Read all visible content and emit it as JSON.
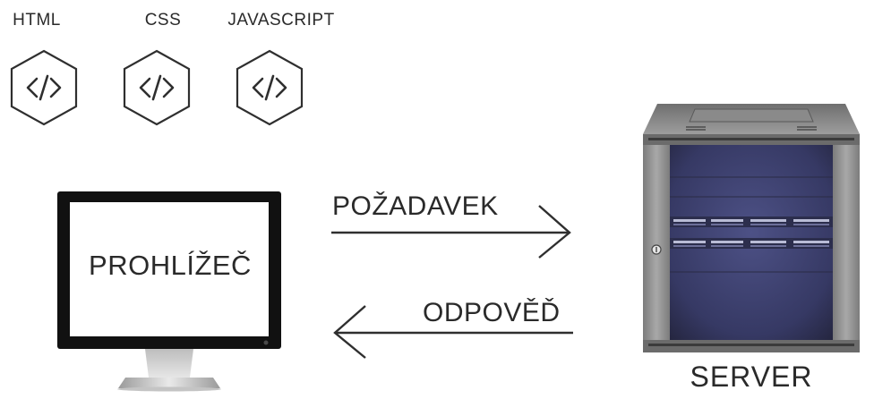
{
  "technologies": [
    {
      "label": "HTML",
      "icon": "code-hexagon-icon"
    },
    {
      "label": "CSS",
      "icon": "code-hexagon-icon"
    },
    {
      "label": "JAVASCRIPT",
      "icon": "code-hexagon-icon"
    }
  ],
  "browser": {
    "label": "PROHLÍŽEČ",
    "icon": "monitor-icon"
  },
  "request": {
    "label": "POŽADAVEK",
    "direction": "right"
  },
  "response": {
    "label": "ODPOVĚĎ",
    "direction": "left"
  },
  "server": {
    "label": "SERVER",
    "icon": "server-rack-icon"
  },
  "colors": {
    "text": "#2a2a2a",
    "stroke": "#2f2f2f",
    "monitor_frame": "#111111",
    "server_frame": "#8c8c8c",
    "server_inner": "#3a3d6a"
  }
}
